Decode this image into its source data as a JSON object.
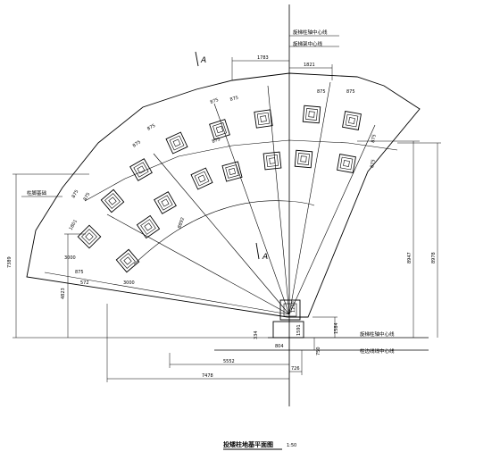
{
  "drawing_title": "投矮柱地基平面图",
  "scale": "1:50",
  "axis_labels": {
    "top_1": "旋梯柱轴中心线",
    "top_2": "旋梯架中心线",
    "left_1": "柱脚基础",
    "right_1": "旋梯柱轴中心线",
    "right_2": "柱边线线中心线"
  },
  "section_marks": [
    "A",
    "A"
  ],
  "dimensions": {
    "top_a": "1783",
    "top_b": "1821",
    "foot_1": "875",
    "foot_2": "875",
    "foot_3": "875",
    "foot_4": "875",
    "foot_5": "875",
    "foot_6": "875",
    "foot_7": "875",
    "foot_8": "875",
    "foot_9": "875",
    "foot_10": "875",
    "foot_11": "875",
    "foot_12": "875",
    "left_v1": "7389",
    "left_v2": "4823",
    "left_s1": "1801",
    "left_s2": "3000",
    "left_s3": "3000",
    "left_s4": "572",
    "right_v1": "8947",
    "right_v2": "8978",
    "radius": "8892",
    "bottom_1": "5552",
    "bottom_2": "7478",
    "bottom_3": "726",
    "center_1": "804",
    "center_2": "750",
    "center_3": "1584",
    "center_4": "1591",
    "center_5": "1250",
    "center_6": "334"
  }
}
